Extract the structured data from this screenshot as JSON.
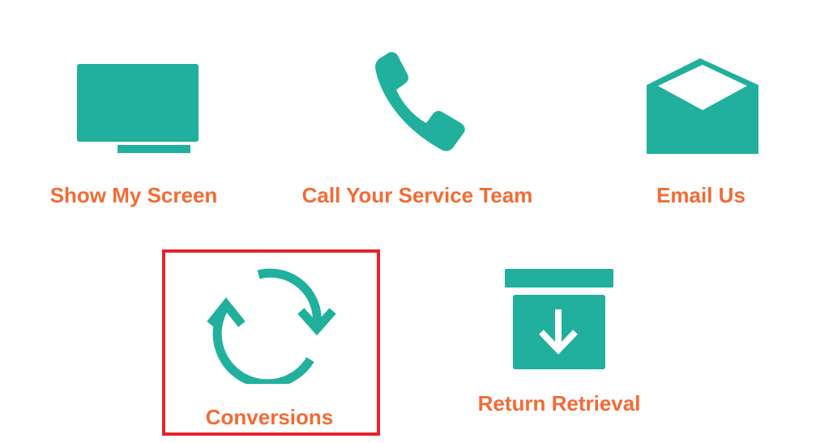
{
  "accent_color": "#20b09d",
  "label_color": "#f26b36",
  "highlight_color": "#e3242b",
  "tiles": [
    {
      "label": "Show My Screen",
      "icon": "monitor-icon"
    },
    {
      "label": "Call Your Service Team",
      "icon": "phone-icon"
    },
    {
      "label": "Email Us",
      "icon": "envelope-open-icon"
    },
    {
      "label": "Conversions",
      "icon": "refresh-cycle-icon",
      "highlighted": true
    },
    {
      "label": "Return Retrieval",
      "icon": "archive-download-icon"
    }
  ]
}
